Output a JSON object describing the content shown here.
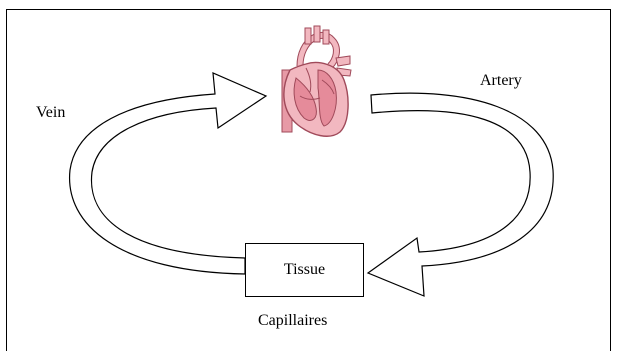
{
  "diagram": {
    "labels": {
      "vein": "Vein",
      "artery": "Artery",
      "tissue": "Tissue",
      "capillaries": "Capillaires"
    },
    "icons": {
      "heart": "heart-icon"
    },
    "colors": {
      "heart_fill": "#f2b8c0",
      "heart_stroke": "#a04a5a",
      "arrow_fill": "#ffffff",
      "arrow_stroke": "#000000"
    }
  }
}
